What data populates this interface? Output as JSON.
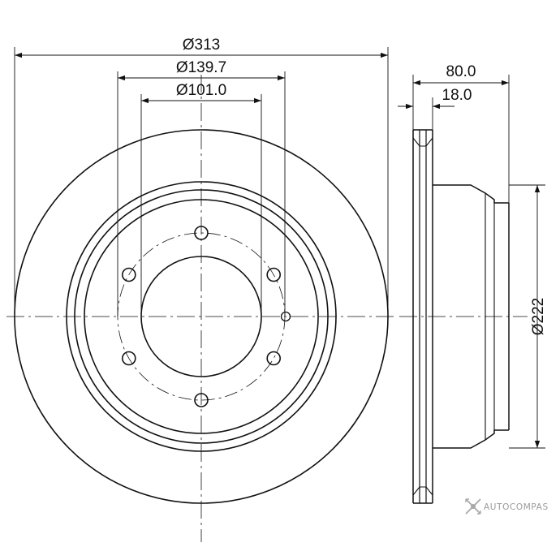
{
  "dimensions": {
    "outer_diameter": "Ø313",
    "bolt_circle_diameter": "Ø139.7",
    "center_bore_diameter": "Ø101.0",
    "overall_height": "80.0",
    "disc_thickness": "18.0",
    "hat_diameter": "Ø222"
  },
  "watermark": {
    "text": "AUTOCOMPAS"
  },
  "colors": {
    "line": "#111111",
    "watermark": "#9a9a9a"
  },
  "bolt_hole_count": 6
}
